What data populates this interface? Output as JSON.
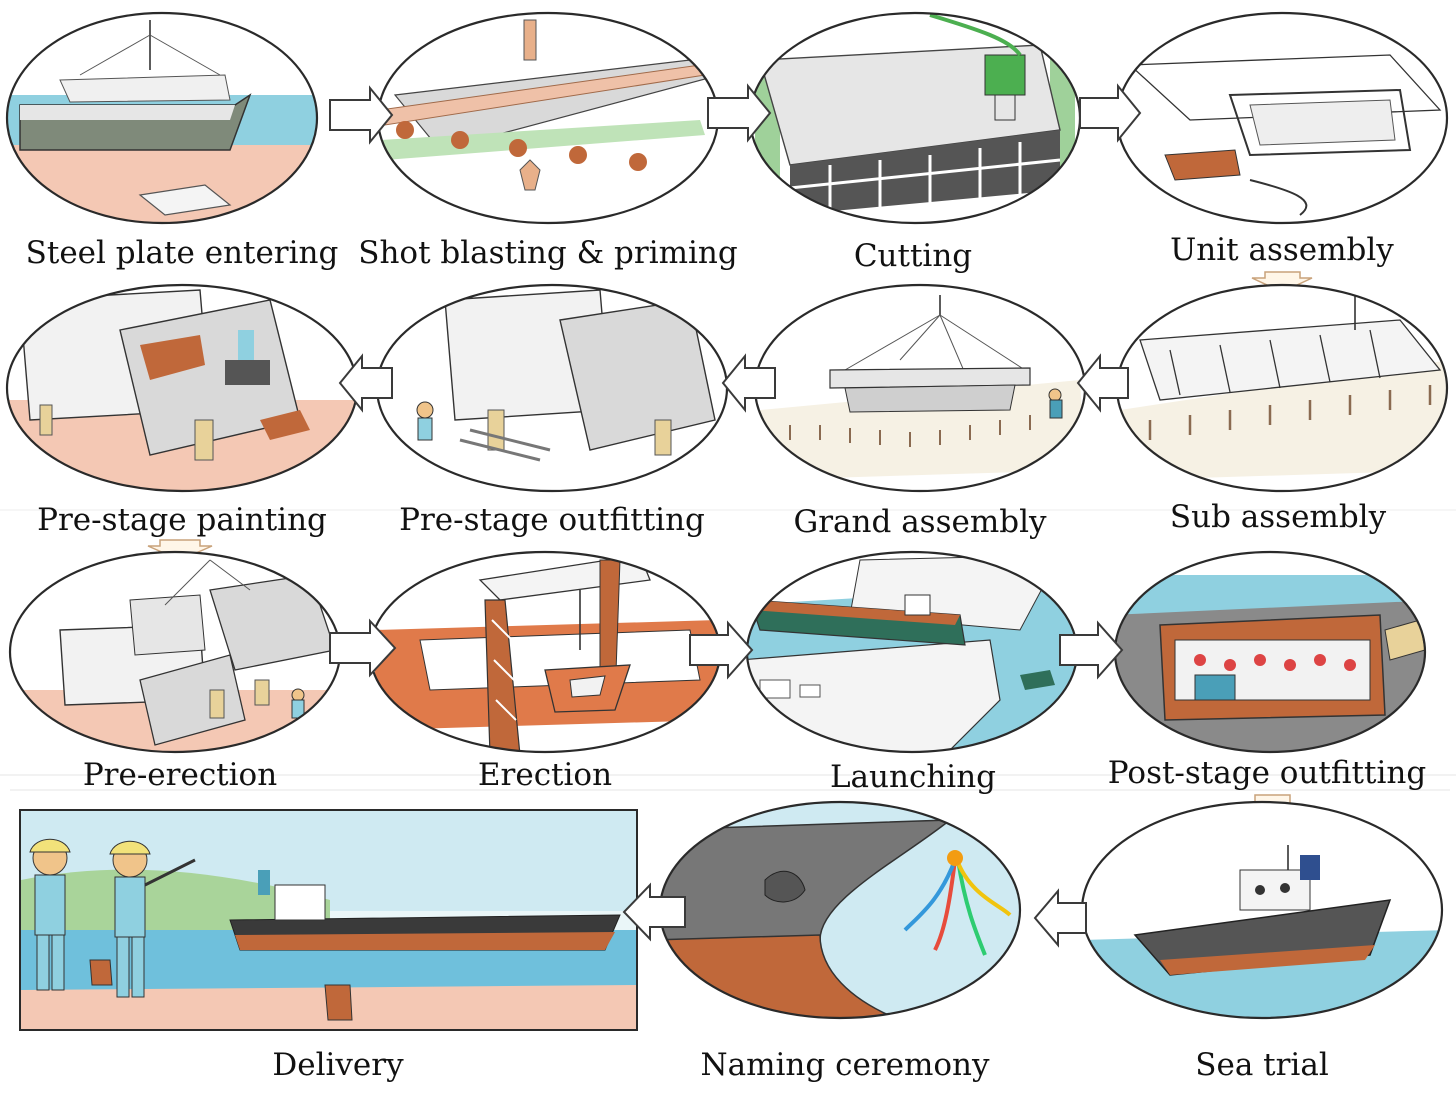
{
  "stages": [
    {
      "id": "steel-plate-entering",
      "label": "Steel plate entering"
    },
    {
      "id": "shot-blasting-priming",
      "label": "Shot blasting & priming"
    },
    {
      "id": "cutting",
      "label": "Cutting"
    },
    {
      "id": "unit-assembly",
      "label": "Unit assembly"
    },
    {
      "id": "sub-assembly",
      "label": "Sub assembly"
    },
    {
      "id": "grand-assembly",
      "label": "Grand assembly"
    },
    {
      "id": "pre-stage-outfitting",
      "label": "Pre-stage outfitting"
    },
    {
      "id": "pre-stage-painting",
      "label": "Pre-stage painting"
    },
    {
      "id": "pre-erection",
      "label": "Pre-erection"
    },
    {
      "id": "erection",
      "label": "Erection"
    },
    {
      "id": "launching",
      "label": "Launching"
    },
    {
      "id": "post-stage-outfitting",
      "label": "Post-stage outfitting"
    },
    {
      "id": "sea-trial",
      "label": "Sea trial"
    },
    {
      "id": "naming-ceremony",
      "label": "Naming ceremony"
    },
    {
      "id": "delivery",
      "label": "Delivery"
    }
  ],
  "colors": {
    "sea": "#8fd0e0",
    "ground": "#f4c8b4",
    "hull_red": "#c0683a",
    "steel_grey": "#cfcfcf",
    "frame": "#2a2a2a",
    "arrow_fill": "#ffffff"
  }
}
